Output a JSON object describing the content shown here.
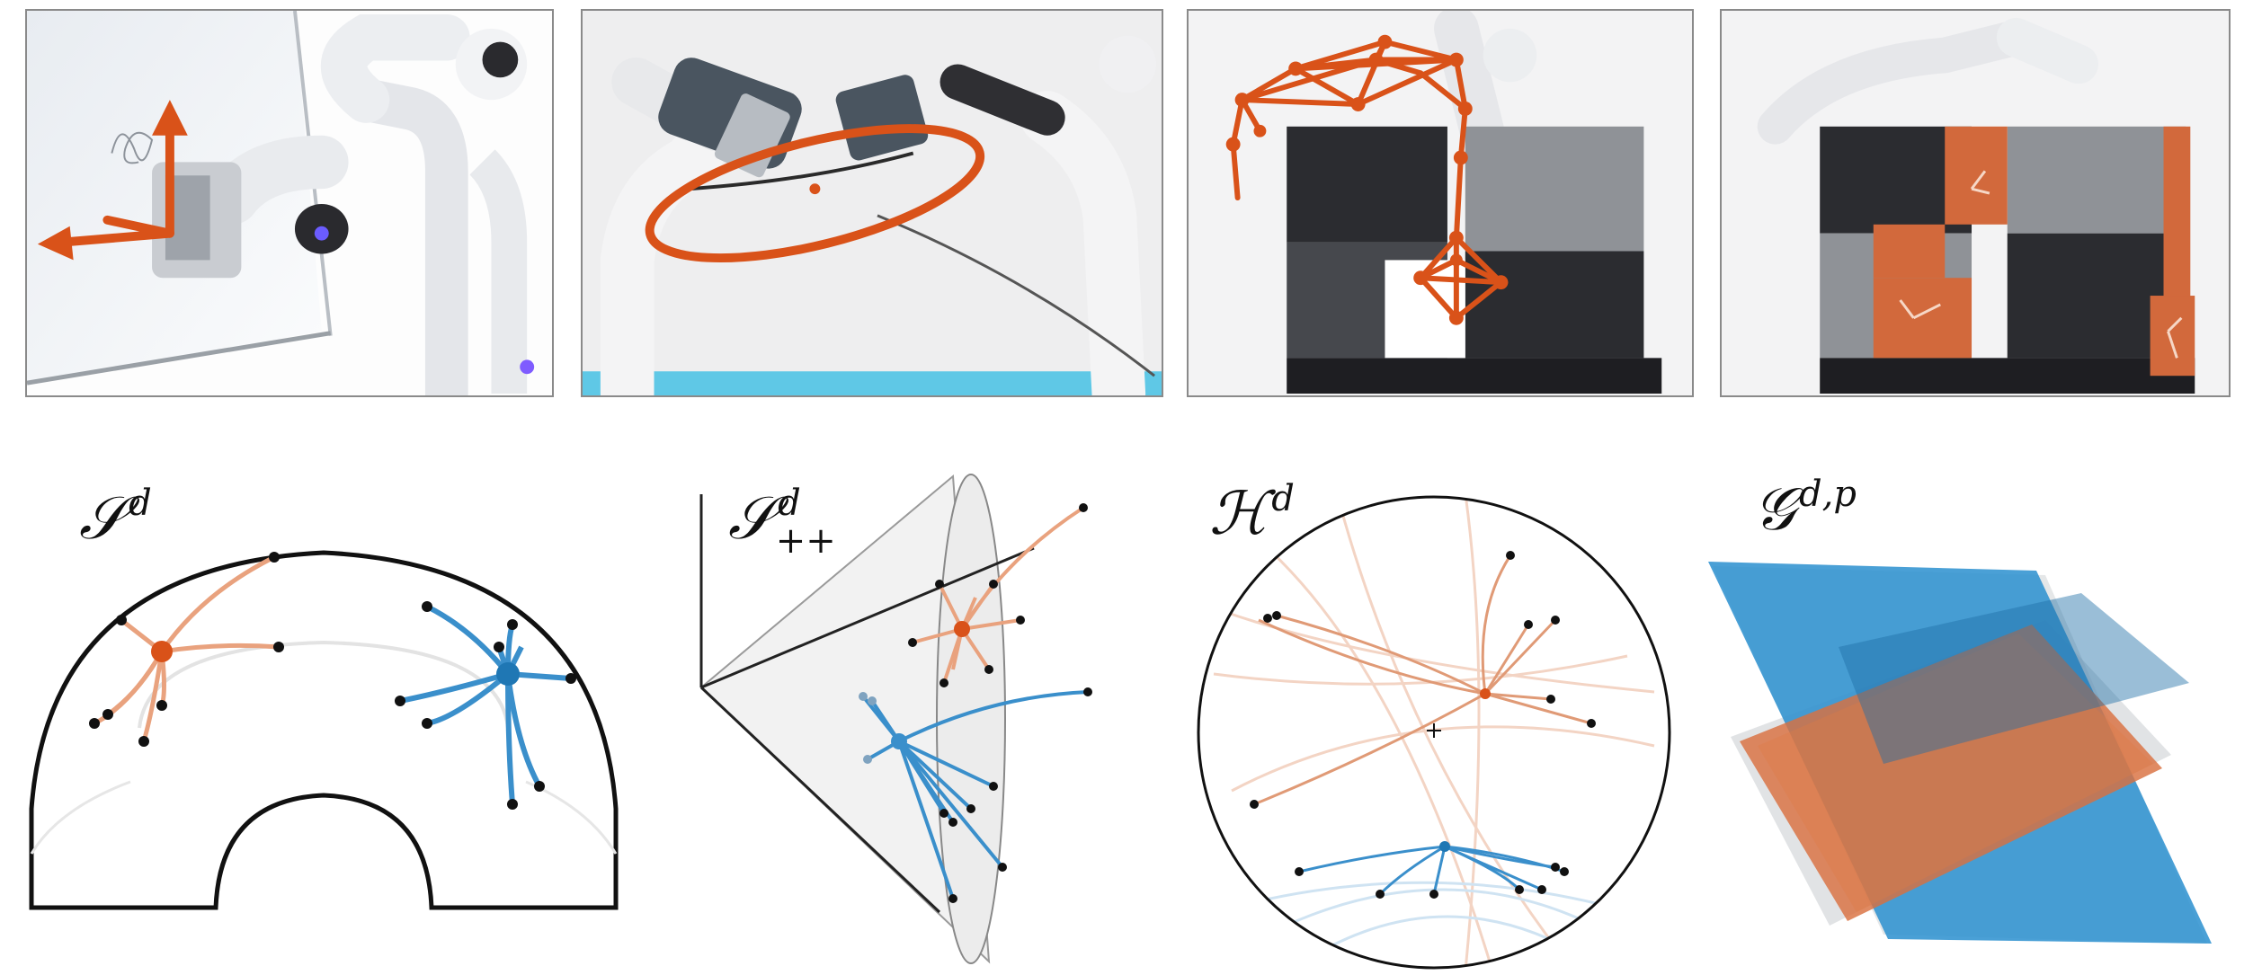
{
  "colors": {
    "orange": "#d95219",
    "orange_light": "#e9a27e",
    "blue": "#1f77b4",
    "blue_light": "#7fb6dd",
    "frame": "#8a8a8a"
  },
  "photos": [
    {
      "icon": "robot-whiteboard-photo"
    },
    {
      "icon": "dual-arm-ellipse-photo"
    },
    {
      "icon": "robot-graph-photo"
    },
    {
      "icon": "robot-boxes-photo"
    }
  ],
  "manifolds": {
    "sphere": {
      "symbol": "𝒮",
      "sup": "d"
    },
    "spd": {
      "symbol": "𝒮",
      "sup": "d",
      "sub": "++"
    },
    "hyperbolic": {
      "symbol": "ℋ",
      "sup": "d"
    },
    "grassmann": {
      "symbol": "𝒢",
      "sup": "d,p"
    }
  }
}
